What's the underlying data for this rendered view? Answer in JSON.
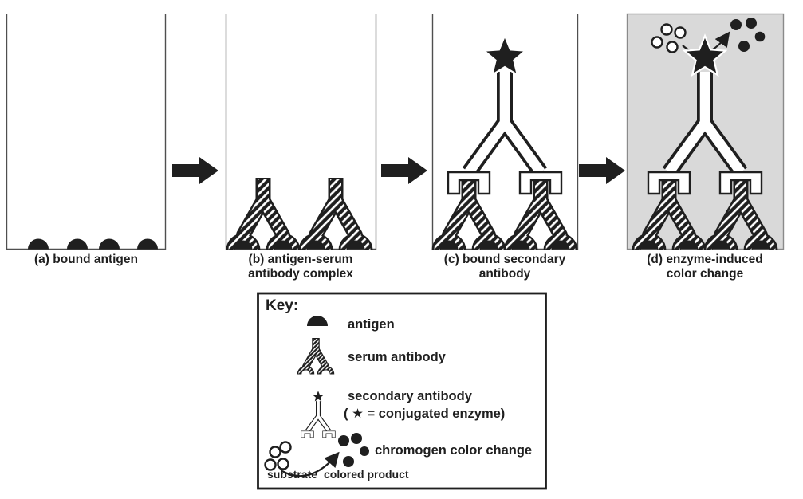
{
  "colors": {
    "ink": "#1f1f1f",
    "well-border": "#4f4f4f",
    "well-d-fill": "#d9d9d9",
    "paper": "#ffffff"
  },
  "panels": [
    {
      "id": "a",
      "icon": "well-icon",
      "label_lines": [
        "(a) bound antigen"
      ]
    },
    {
      "id": "b",
      "icon": "well-icon",
      "label_lines": [
        "(b) antigen-serum",
        "antibody complex"
      ]
    },
    {
      "id": "c",
      "icon": "well-icon",
      "label_lines": [
        "(c) bound secondary",
        "antibody"
      ]
    },
    {
      "id": "d",
      "icon": "well-icon",
      "label_lines": [
        "(d) enzyme-induced",
        "color change"
      ]
    }
  ],
  "arrows": [
    {
      "icon": "right-arrow-icon"
    },
    {
      "icon": "right-arrow-icon"
    },
    {
      "icon": "right-arrow-icon"
    }
  ],
  "key": {
    "title": "Key:",
    "items": [
      {
        "icon": "antigen-icon",
        "label": "antigen"
      },
      {
        "icon": "serum-antibody-icon",
        "label": "serum antibody"
      },
      {
        "icon": "secondary-antibody-icon",
        "label": "secondary antibody",
        "label2": "( ★ = conjugated enzyme)"
      },
      {
        "icon": "chromogen-icon",
        "label": "chromogen color change",
        "sublabel_left": "substrate",
        "sublabel_right": "colored product"
      }
    ]
  }
}
